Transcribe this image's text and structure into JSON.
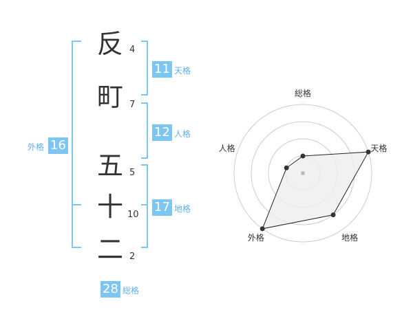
{
  "name": {
    "characters": [
      {
        "char": "反",
        "strokes": "4"
      },
      {
        "char": "町",
        "strokes": "7"
      },
      {
        "char": "五",
        "strokes": "5"
      },
      {
        "char": "十",
        "strokes": "10"
      },
      {
        "char": "二",
        "strokes": "2"
      }
    ]
  },
  "fortune": {
    "tenkaku": {
      "value": "11",
      "label": "天格"
    },
    "jinkaku": {
      "value": "12",
      "label": "人格"
    },
    "chikaku": {
      "value": "17",
      "label": "地格"
    },
    "gaikaku": {
      "value": "16",
      "label": "外格"
    },
    "soukaku": {
      "value": "28",
      "label": "総格"
    }
  },
  "colors": {
    "accent": "#7ec6f2",
    "accent_text": "#5fb0e6",
    "text": "#333333",
    "grid": "#cccccc",
    "polygon_fill": "#eeeeee"
  },
  "radar": {
    "axes": [
      "総格",
      "天格",
      "地格",
      "外格",
      "人格"
    ],
    "levels": 4,
    "max": 4,
    "values": [
      1,
      4,
      3,
      4,
      1
    ]
  }
}
